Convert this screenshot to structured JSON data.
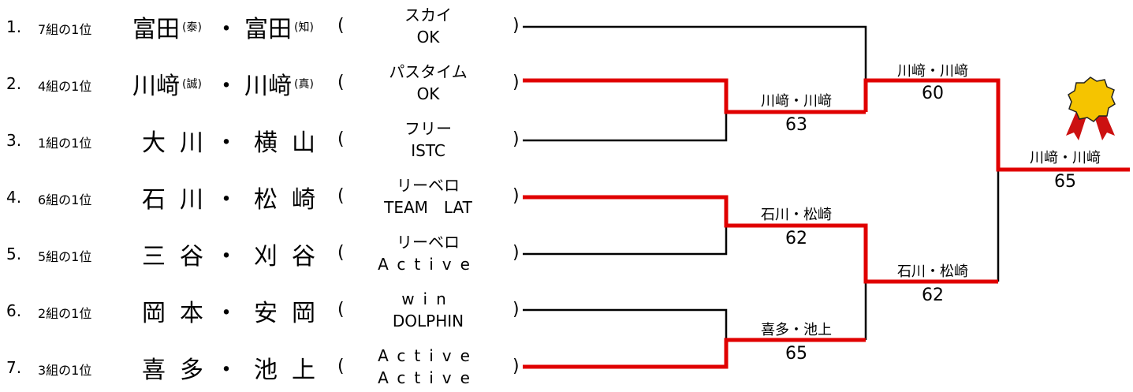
{
  "entries": [
    {
      "no": "1.",
      "group": "7組の1位",
      "p1": "富田",
      "p1_tag": "(泰)",
      "p2": "富田",
      "p2_tag": "(知)",
      "club1": "スカイ",
      "club2": "OK"
    },
    {
      "no": "2.",
      "group": "4組の1位",
      "p1": "川﨑",
      "p1_tag": "(誠)",
      "p2": "川﨑",
      "p2_tag": "(真)",
      "club1": "パスタイム",
      "club2": "OK"
    },
    {
      "no": "3.",
      "group": "1組の1位",
      "p1": "大川",
      "p1_tag": "",
      "p2": "横山",
      "p2_tag": "",
      "club1": "フリー",
      "club2": "ISTC"
    },
    {
      "no": "4.",
      "group": "6組の1位",
      "p1": "石川",
      "p1_tag": "",
      "p2": "松崎",
      "p2_tag": "",
      "club1": "リーベロ",
      "club2": "TEAM　LAT"
    },
    {
      "no": "5.",
      "group": "5組の1位",
      "p1": "三谷",
      "p1_tag": "",
      "p2": "刈谷",
      "p2_tag": "",
      "club1": "リーベロ",
      "club2": "Active"
    },
    {
      "no": "6.",
      "group": "2組の1位",
      "p1": "岡本",
      "p1_tag": "",
      "p2": "安岡",
      "p2_tag": "",
      "club1": "win",
      "club2": "DOLPHIN"
    },
    {
      "no": "7.",
      "group": "3組の1位",
      "p1": "喜多",
      "p1_tag": "",
      "p2": "池上",
      "p2_tag": "",
      "club1": "Active",
      "club2": "Active"
    }
  ],
  "separator": "・",
  "paren_open": "(",
  "paren_close": ")",
  "results": {
    "r1_top": {
      "winner": "川﨑・川﨑",
      "score": "63"
    },
    "r1_mid": {
      "winner": "石川・松崎",
      "score": "62"
    },
    "r1_bot": {
      "winner": "喜多・池上",
      "score": "65"
    },
    "semi_top": {
      "winner": "川﨑・川﨑",
      "score": "60"
    },
    "semi_bot": {
      "winner": "石川・松崎",
      "score": "62"
    },
    "final": {
      "winner": "川﨑・川﨑",
      "score": "65"
    }
  },
  "colors": {
    "win_line": "#e00000",
    "line": "#000000",
    "medal_gold": "#f5c400",
    "ribbon": "#cc1111"
  },
  "trophy_icon": "winner-medal-icon"
}
